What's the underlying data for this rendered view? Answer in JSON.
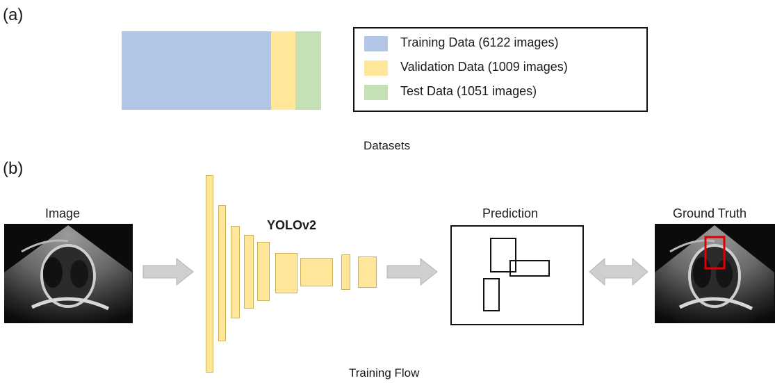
{
  "panel_a": {
    "label": "(a)",
    "caption": "Datasets",
    "legend": [
      {
        "label": "Training Data (6122 images)",
        "color": "#b4c6e7"
      },
      {
        "label": "Validation Data (1009 images)",
        "color": "#ffe699"
      },
      {
        "label": "Test Data (1051 images)",
        "color": "#c5e0b4"
      }
    ],
    "split_counts": [
      6122,
      1009,
      1051
    ]
  },
  "panel_b": {
    "label": "(b)",
    "caption": "Training Flow",
    "image_label": "Image",
    "model_label": "YOLOv2",
    "prediction_label": "Prediction",
    "ground_truth_label": "Ground Truth",
    "layer_color": "#ffe699",
    "arrow_color": "#d0cece",
    "box_color": "#e00000"
  }
}
